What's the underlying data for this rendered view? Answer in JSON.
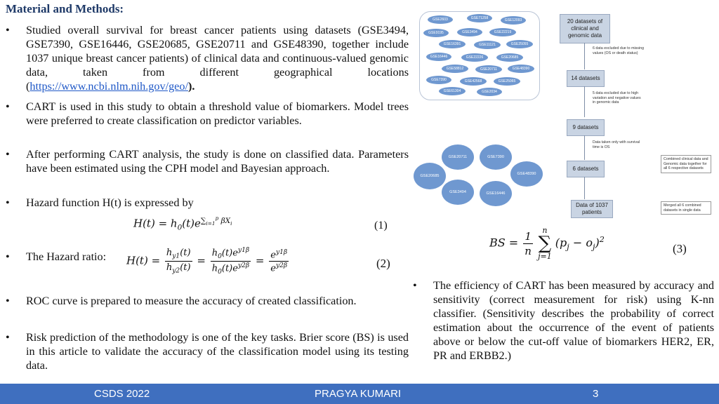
{
  "heading": "Material and Methods:",
  "bullets": {
    "b1a": "Studied overall survival for breast cancer patients using datasets (GSE3494, GSE7390, GSE16446, GSE20685, GSE20711 and GSE48390, together include 1037 unique breast cancer patients) of clinical data and continuous-valued genomic data, taken from different geographical locations (",
    "b1_link": "https://www.ncbi.nlm.nih.gov/geo/",
    "b1b": ").",
    "b2": "CART is used in this study to obtain a threshold value of biomarkers. Model trees were preferred to create classification on predictor variables.",
    "b3": " After performing CART analysis, the study is done on classified data. Parameters have been estimated using the CPH model and Bayesian approach.",
    "b4": "Hazard function H(t) is expressed by",
    "b5": "The Hazard ratio:",
    "b6": "ROC curve is prepared to measure the accuracy of created classification.",
    "b7": "Risk prediction of the methodology is one of the key tasks. Brier score (BS) is used in this article to validate the accuracy of the classification model using its testing data.",
    "b8": "The efficiency of CART has been measured by accuracy and sensitivity (correct measurement for risk) using K-nn classifier. (Sensitivity describes the probability of correct estimation about the occurrence of the event of patients above or below the cut-off value of biomarkers HER2, ER, PR and ERBB2.)"
  },
  "equations": {
    "eq1": "(1)",
    "eq2": "(2)",
    "eq3": "(3)"
  },
  "diagram": {
    "blob_labels": [
      "GSE2603",
      "GSE71258",
      "GSE12093",
      "GSE9195",
      "GSE3494",
      "GSE22219",
      "GSE16391",
      "GSE11121",
      "GSE25055",
      "GSE16446",
      "GSE22226",
      "GSE20685",
      "GSE58812",
      "GSE20711",
      "GSE48390",
      "GSE7390",
      "GSE42568",
      "GSE25065",
      "GSE61304",
      "GSE2034"
    ],
    "circle_labels": [
      "GSE20711",
      "GSE7390",
      "GSE20685",
      "GSE48390",
      "GSE3494",
      "GSE16446"
    ],
    "box1": "20 datasets of clinical and genomic data",
    "note1": "6 data excluded due to missing values (OS or death status)",
    "box2": "14 datasets",
    "note2": "5 data excluded due to high variation and negative values in genomic data",
    "box3": "9 datasets",
    "note3": "Data taken only with survival time is OS",
    "box4": "6 datasets",
    "note4": "Combined clinical data and Genomic data together for all 6 respective datasets",
    "box5": "Data of 1037 patients",
    "note5": "Merged all 6 combined datasets in single data"
  },
  "footer": {
    "conf": "CSDS 2022",
    "author": "PRAGYA KUMARI",
    "page": "3"
  }
}
